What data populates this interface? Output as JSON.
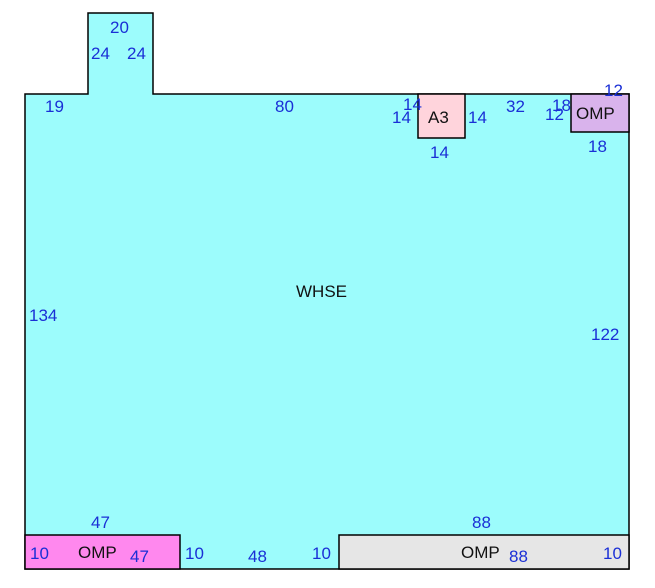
{
  "colors": {
    "warehouse": "#9cfcfc",
    "a3": "#ffd4dc",
    "omp_top": "#d9b3ec",
    "omp_bottom_left": "#ff88ee",
    "omp_bottom_right": "#e6e6e6",
    "outline": "#000000",
    "dimension_text": "#1a2fd6"
  },
  "areas": {
    "warehouse": {
      "label": "WHSE"
    },
    "a3": {
      "label": "A3"
    },
    "omp_top_right": {
      "label": "OMP"
    },
    "omp_bottom_left": {
      "label": "OMP"
    },
    "omp_bottom_right": {
      "label": "OMP"
    }
  },
  "dimensions": {
    "bump_top": "20",
    "bump_left": "24",
    "bump_right": "24",
    "top_left": "19",
    "top_middle": "80",
    "a3_top": "14",
    "a3_left": "14",
    "a3_right": "14",
    "a3_bottom": "14",
    "top_between": "32",
    "omp_top_left_outer": "12",
    "omp_top_left_inner": "18",
    "omp_top_top": "12",
    "omp_top_bottom": "18",
    "left_side": "134",
    "right_side": "122",
    "bottom_left_top": "47",
    "bottom_left_inner": "47",
    "bottom_left_side": "10",
    "bottom_left_right": "10",
    "bottom_middle": "48",
    "bottom_right_left": "10",
    "bottom_right_top": "88",
    "bottom_right_inner": "88",
    "bottom_right_side": "10"
  }
}
